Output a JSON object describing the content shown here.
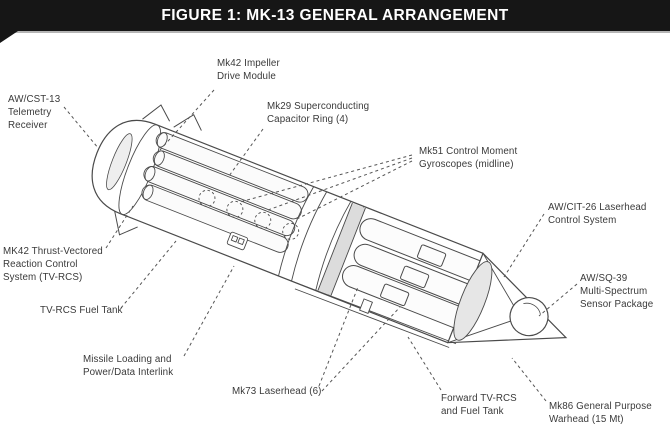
{
  "banner": {
    "title": "FIGURE 1: MK-13 GENERAL ARRANGEMENT"
  },
  "diagram": {
    "subject": "MK-13 missile general arrangement cutaway illustration",
    "callouts": [
      {
        "id": "telemetry",
        "text": "AW/CST-13\nTelemetry\nReceiver"
      },
      {
        "id": "impeller",
        "text": "Mk42 Impeller\nDrive Module"
      },
      {
        "id": "capacitor",
        "text": "Mk29 Superconducting\nCapacitor Ring (4)"
      },
      {
        "id": "gyroscopes",
        "text": "Mk51 Control Moment\nGyroscopes (midline)"
      },
      {
        "id": "tvrcs",
        "text": "MK42 Thrust-Vectored\nReaction Control\nSystem (TV-RCS)"
      },
      {
        "id": "laserhead-control",
        "text": "AW/CIT-26 Laserhead\nControl System"
      },
      {
        "id": "fuel-tank",
        "text": "TV-RCS Fuel Tank"
      },
      {
        "id": "sensor-package",
        "text": "AW/SQ-39\nMulti-Spectrum\nSensor Package"
      },
      {
        "id": "interlink",
        "text": "Missile Loading and\nPower/Data Interlink"
      },
      {
        "id": "laserhead",
        "text": "Mk73 Laserhead (6)"
      },
      {
        "id": "forward-tvrcs",
        "text": "Forward TV-RCS\nand Fuel Tank"
      },
      {
        "id": "warhead",
        "text": "Mk86 General Purpose\nWarhead (15 Mt)"
      }
    ],
    "colors": {
      "banner_background": "#161616",
      "banner_text": "#ffffff",
      "label_text": "#3a3a3a",
      "line_art": "#4a4a4a",
      "background": "#ffffff"
    }
  }
}
